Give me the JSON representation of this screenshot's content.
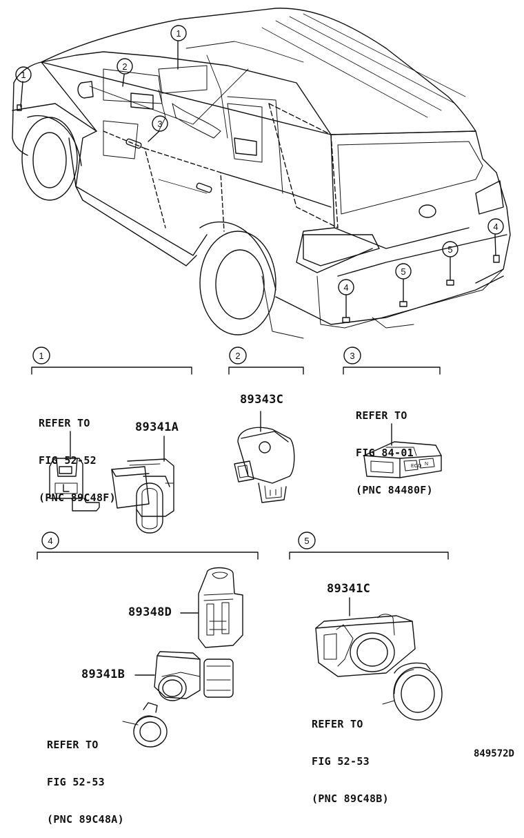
{
  "callouts": {
    "c1": "1",
    "c2": "2",
    "c3": "3",
    "c4": "4",
    "c5": "5"
  },
  "group1": {
    "number": "1",
    "refer": [
      "REFER TO",
      "FIG 52-52",
      "(PNC 89C48F)"
    ],
    "part": "89341A"
  },
  "group2": {
    "number": "2",
    "part": "89343C"
  },
  "group3": {
    "number": "3",
    "refer": [
      "REFER TO",
      "FIG 84-01",
      "(PNC 84480F)"
    ]
  },
  "group4": {
    "number": "4",
    "part_upper": "89348D",
    "part_lower": "89341B",
    "refer": [
      "REFER TO",
      "FIG 52-53",
      "(PNC 89C48A)"
    ]
  },
  "group5": {
    "number": "5",
    "part": "89341C",
    "refer": [
      "REFER TO",
      "FIG 52-53",
      "(PNC 89C48B)"
    ]
  },
  "figure_id": "849572D"
}
